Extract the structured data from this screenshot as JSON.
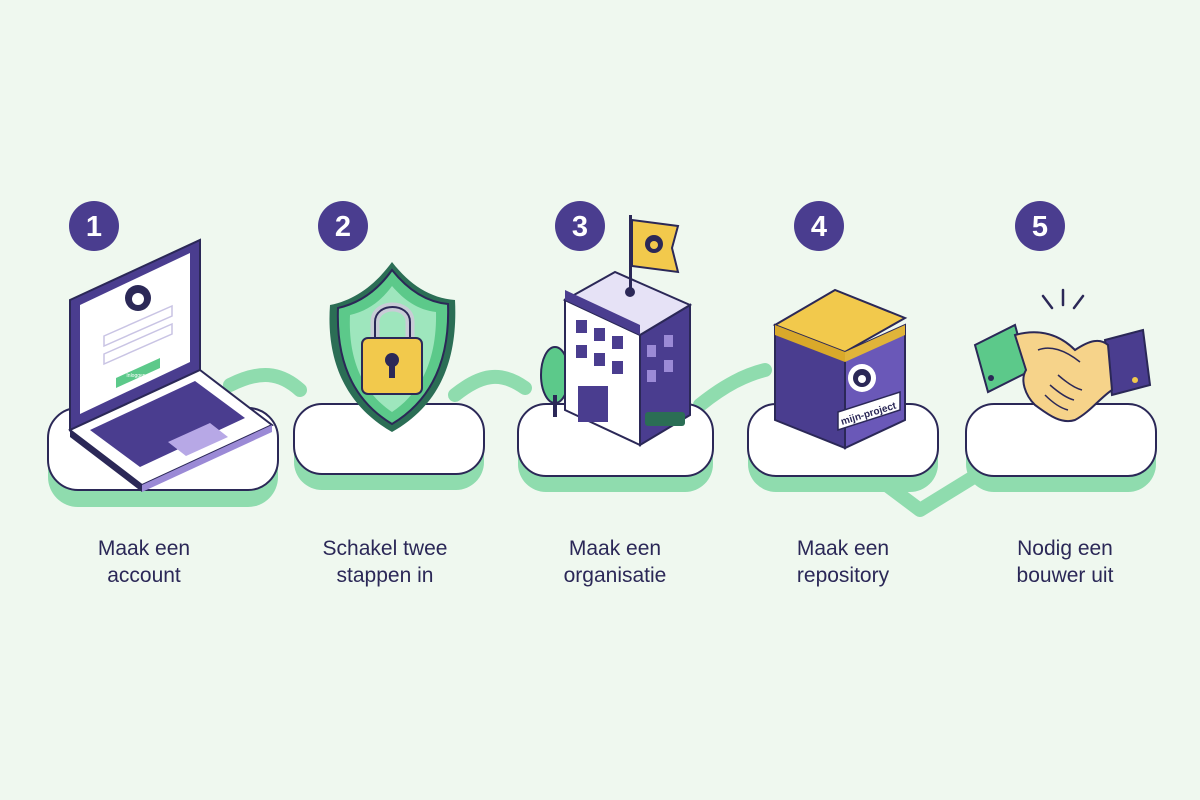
{
  "steps": [
    {
      "number": "1",
      "label_line1": "Maak een",
      "label_line2": "account",
      "icon": "laptop-icon",
      "button_text": "Inloggen"
    },
    {
      "number": "2",
      "label_line1": "Schakel twee",
      "label_line2": "stappen in",
      "icon": "shield-lock-icon"
    },
    {
      "number": "3",
      "label_line1": "Maak een",
      "label_line2": "organisatie",
      "icon": "building-flag-icon"
    },
    {
      "number": "4",
      "label_line1": "Maak een",
      "label_line2": "repository",
      "icon": "box-icon",
      "box_label": "mijn-project"
    },
    {
      "number": "5",
      "label_line1": "Nodig een",
      "label_line2": "bouwer uit",
      "icon": "handshake-icon"
    }
  ],
  "colors": {
    "background": "#eff8ef",
    "accent_purple": "#4a3d8f",
    "accent_green": "#5cc98a",
    "accent_yellow": "#f2c94c",
    "text": "#2b2857"
  }
}
